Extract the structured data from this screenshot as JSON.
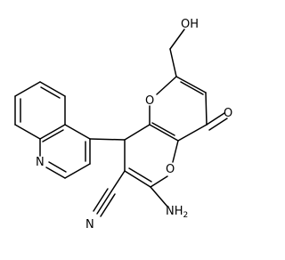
{
  "molecule": {
    "atoms": {
      "oh": "OH",
      "o_carbonyl": "O",
      "o_ring_upper": "O",
      "o_ring_lower": "O",
      "n_quinoline": "N",
      "nh2_main": "NH",
      "nh2_sub": "2",
      "n_nitrile": "N"
    }
  }
}
